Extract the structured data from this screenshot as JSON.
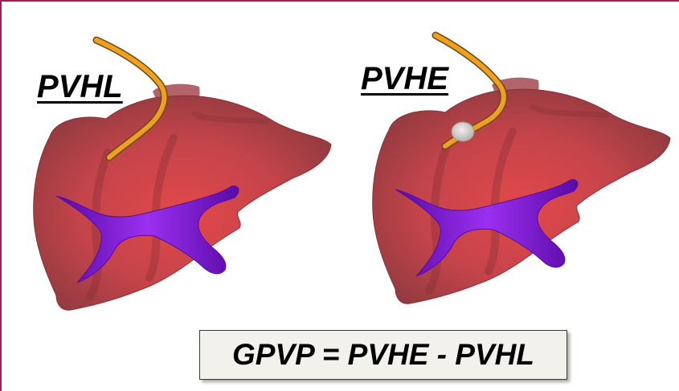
{
  "labels": {
    "left_liver": "PVHL",
    "right_liver": "PVHE"
  },
  "formula": "GPVP = PVHE - PVHL",
  "icons": {
    "liver": "liver-icon",
    "catheter": "catheter-icon",
    "balloon": "balloon-icon",
    "portal_vein": "portal-vein-icon",
    "hepatic_vein": "hepatic-vein-icon"
  },
  "colors": {
    "frame": "#a0205a",
    "liver_core": "#d9534f",
    "liver_edge": "#8a2f35",
    "portal_vein": "#7a10d8",
    "catheter": "#f0a020",
    "balloon": "#d8d4cf",
    "formula_bg": "#f3f1ec"
  }
}
